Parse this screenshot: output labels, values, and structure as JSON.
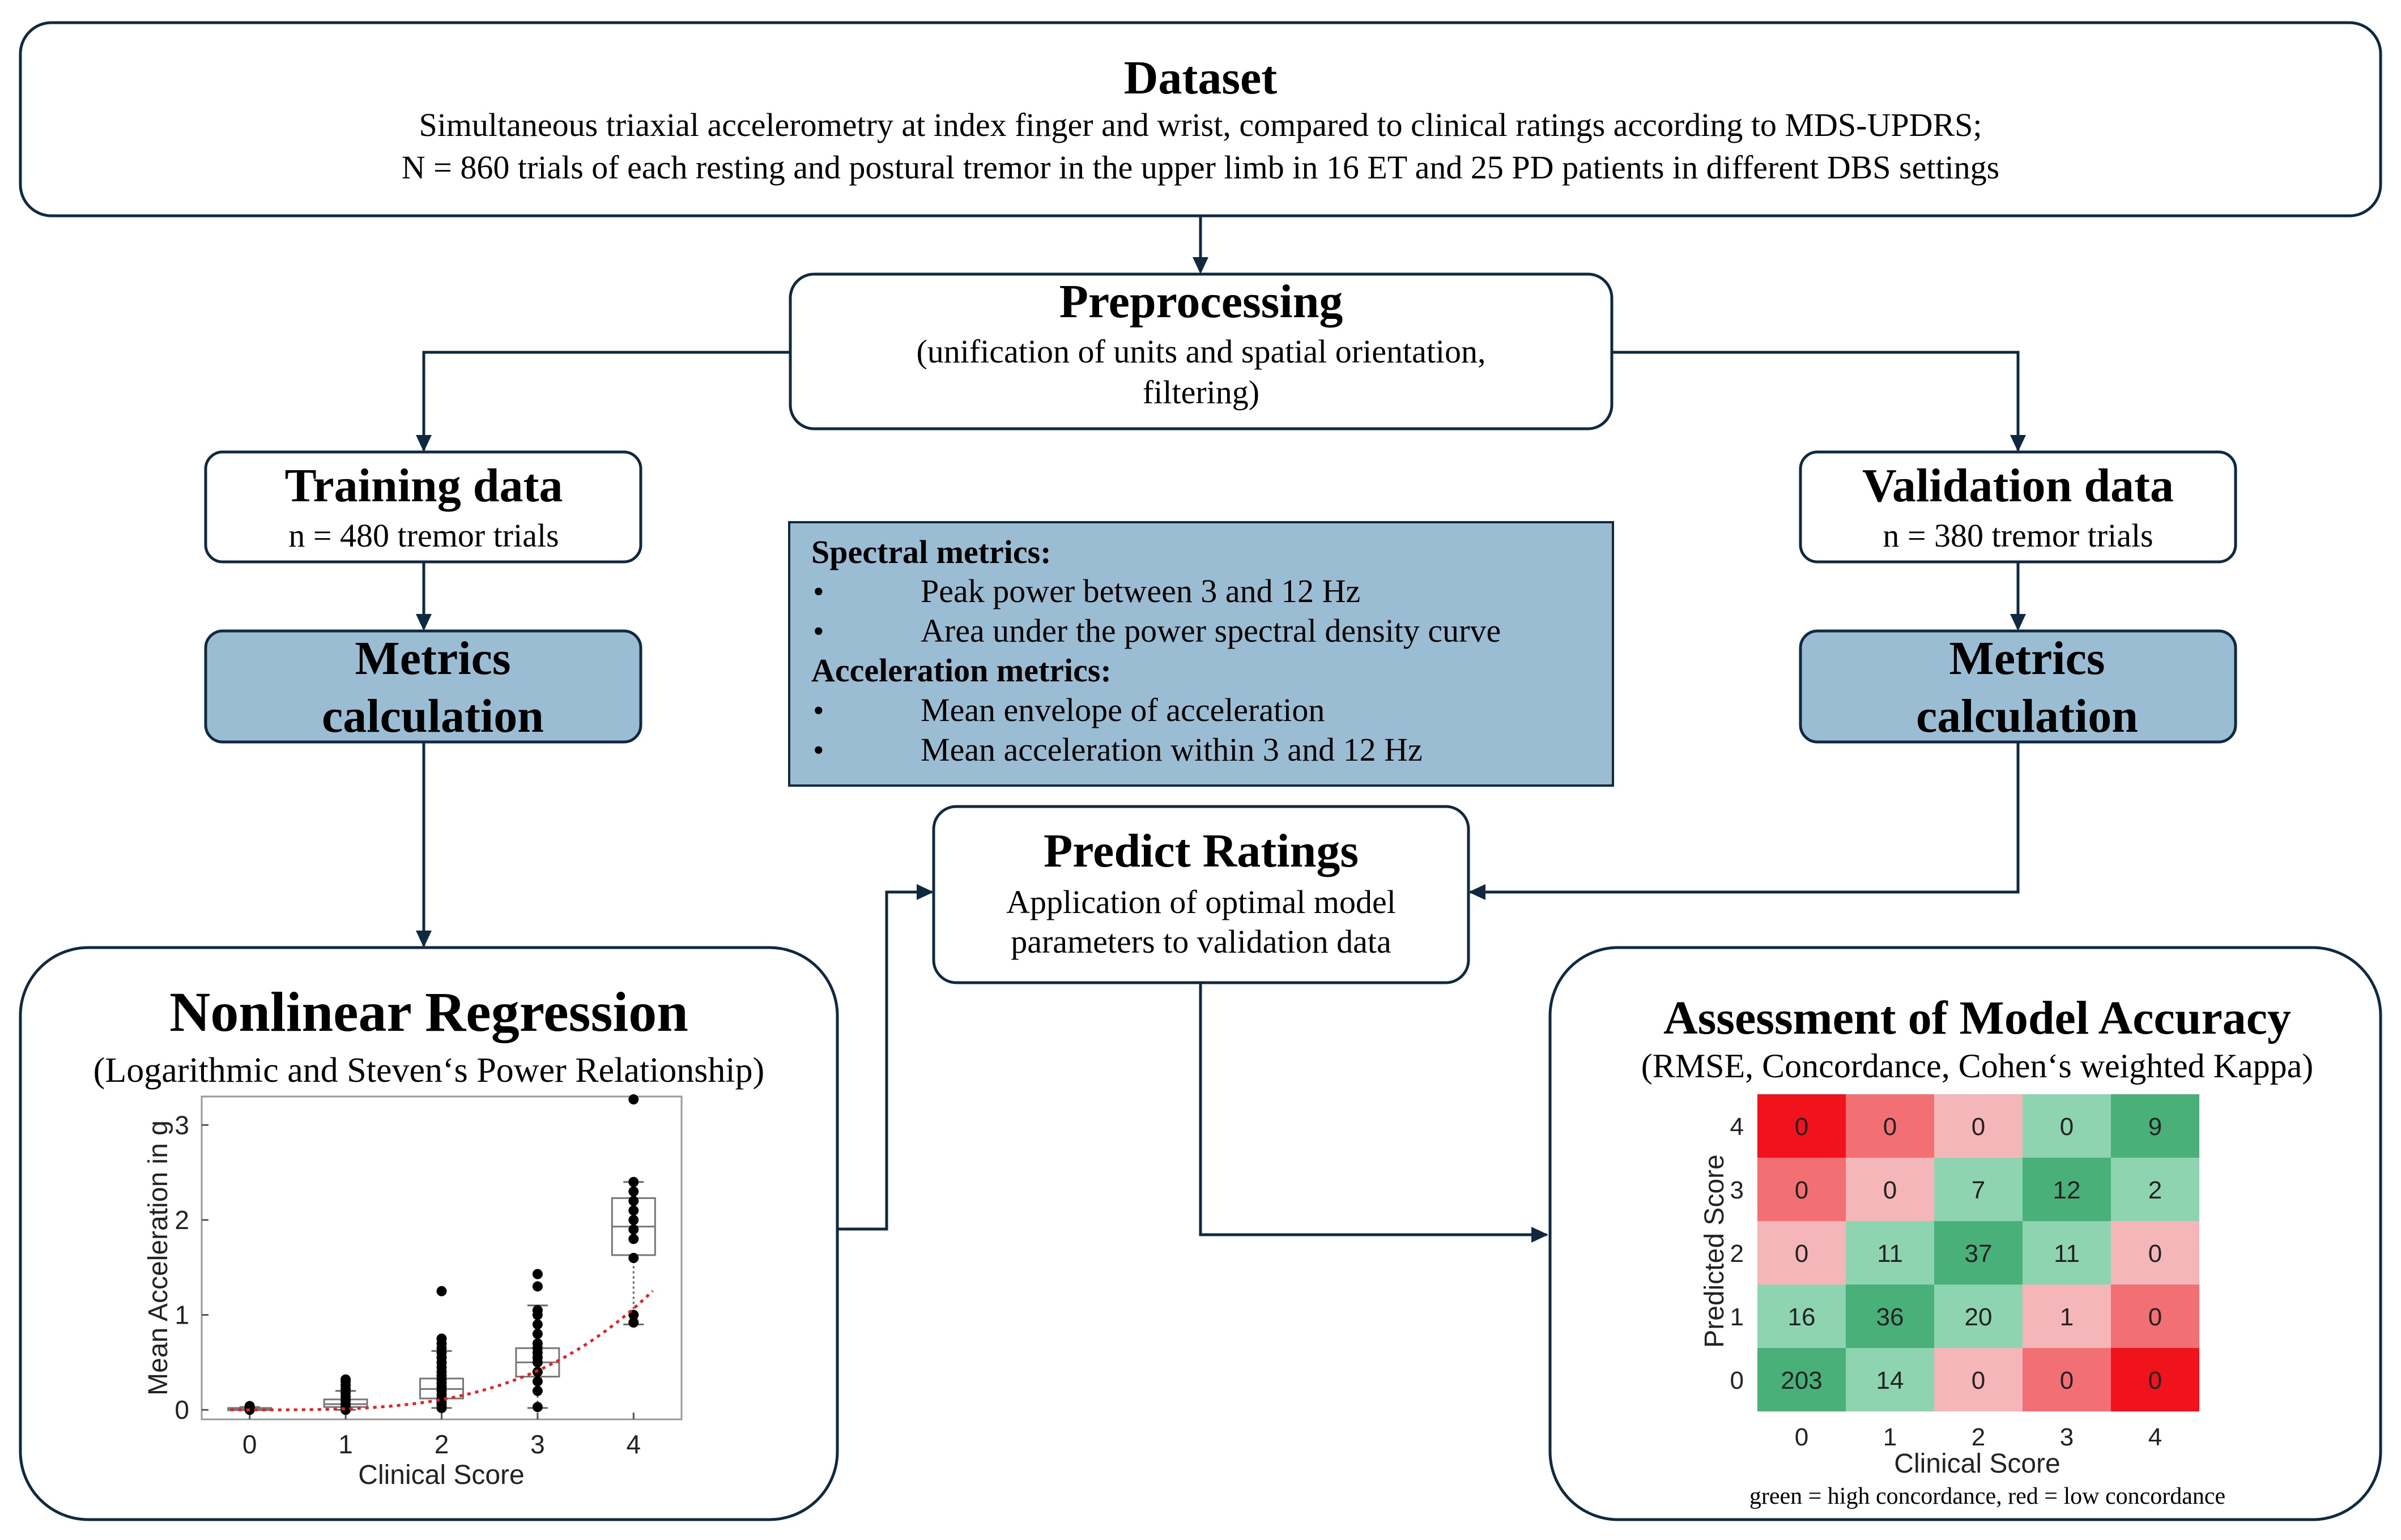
{
  "colors": {
    "border": "#0f2a40",
    "metrics_fill": "#9bbdd4",
    "green_dark": "#4ab07a",
    "green_mid": "#8fd4b0",
    "pink": "#f4b6b8",
    "red_mid": "#f27074",
    "red": "#f0131b",
    "fit_line": "#e82020"
  },
  "dataset": {
    "title": "Dataset",
    "line1": "Simultaneous triaxial accelerometry at index finger and wrist, compared to clinical ratings according to MDS-UPDRS;",
    "line2": "N = 860 trials of each resting and postural tremor in the upper limb in 16 ET and 25 PD patients in different DBS settings"
  },
  "preprocessing": {
    "title": "Preprocessing",
    "line1": "(unification of units and spatial orientation,",
    "line2": "filtering)"
  },
  "training": {
    "title": "Training data",
    "sub": "n = 480 tremor trials"
  },
  "validation": {
    "title": "Validation data",
    "sub": "n = 380 tremor trials"
  },
  "metrics_left": {
    "line1": "Metrics",
    "line2": "calculation"
  },
  "metrics_right": {
    "line1": "Metrics",
    "line2": "calculation"
  },
  "metrics_info": {
    "spectral_heading": "Spectral metrics:",
    "spectral_items": [
      "Peak power between 3 and 12 Hz",
      "Area under the power spectral density curve"
    ],
    "accel_heading": "Acceleration metrics:",
    "accel_items": [
      "Mean envelope of acceleration",
      "Mean acceleration within 3 and 12 Hz"
    ],
    "bullet": "•"
  },
  "predict": {
    "title": "Predict Ratings",
    "line1": "Application of optimal model",
    "line2": "parameters to validation data"
  },
  "regression": {
    "title": "Nonlinear Regression",
    "subtitle": "(Logarithmic and Steven‘s Power Relationship)"
  },
  "assessment": {
    "title": "Assessment of Model Accuracy",
    "subtitle": "(RMSE, Concordance, Cohen‘s weighted Kappa)",
    "caption": "green = high concordance,  red = low concordance"
  },
  "chart_data": [
    {
      "type": "scatter",
      "xlabel": "Clinical Score",
      "ylabel": "Mean Acceleration in g",
      "x_ticks": [
        "0",
        "1",
        "2",
        "3",
        "4"
      ],
      "y_ticks": [
        "0",
        "1",
        "2",
        "3"
      ],
      "xlim": [
        -0.5,
        4.5
      ],
      "ylim": [
        -0.1,
        3.3
      ],
      "boxes": [
        {
          "x": 0,
          "q1": 0.0,
          "median": 0.01,
          "q3": 0.02,
          "whisker_low": 0.0,
          "whisker_high": 0.03
        },
        {
          "x": 1,
          "q1": 0.03,
          "median": 0.06,
          "q3": 0.11,
          "whisker_low": 0.0,
          "whisker_high": 0.2
        },
        {
          "x": 2,
          "q1": 0.12,
          "median": 0.22,
          "q3": 0.33,
          "whisker_low": 0.02,
          "whisker_high": 0.62
        },
        {
          "x": 3,
          "q1": 0.35,
          "median": 0.5,
          "q3": 0.65,
          "whisker_low": 0.02,
          "whisker_high": 1.1
        },
        {
          "x": 4,
          "q1": 1.63,
          "median": 1.93,
          "q3": 2.23,
          "whisker_low": 0.9,
          "whisker_high": 2.4
        }
      ],
      "points": [
        {
          "x": 0,
          "y": [
            0.0,
            0.01,
            0.02,
            0.03,
            0.04
          ]
        },
        {
          "x": 1,
          "y": [
            0.0,
            0.03,
            0.06,
            0.1,
            0.14,
            0.18,
            0.22,
            0.26,
            0.3,
            0.32
          ]
        },
        {
          "x": 2,
          "y": [
            0.02,
            0.05,
            0.08,
            0.12,
            0.16,
            0.2,
            0.24,
            0.28,
            0.32,
            0.36,
            0.4,
            0.45,
            0.5,
            0.55,
            0.6,
            0.65,
            0.7,
            0.75,
            1.25
          ]
        },
        {
          "x": 3,
          "y": [
            0.03,
            0.2,
            0.3,
            0.4,
            0.5,
            0.55,
            0.6,
            0.65,
            0.7,
            0.8,
            0.9,
            1.0,
            1.05,
            1.3,
            1.43
          ]
        },
        {
          "x": 4,
          "y": [
            0.92,
            1.0,
            1.6,
            1.8,
            1.9,
            2.0,
            2.1,
            2.2,
            2.3,
            2.4,
            3.27
          ]
        }
      ],
      "fit": {
        "type": "power",
        "a": 0.011,
        "b": 3.3
      }
    },
    {
      "type": "heatmap",
      "xlabel": "Clinical Score",
      "ylabel": "Predicted Score",
      "x_ticks": [
        "0",
        "1",
        "2",
        "3",
        "4"
      ],
      "y_ticks": [
        "4",
        "3",
        "2",
        "1",
        "0"
      ],
      "rows": [
        {
          "predicted": "4",
          "values": [
            0,
            0,
            0,
            0,
            9
          ],
          "colors": [
            "red",
            "red_mid",
            "pink",
            "green_mid",
            "green_dark"
          ]
        },
        {
          "predicted": "3",
          "values": [
            0,
            0,
            7,
            12,
            2
          ],
          "colors": [
            "red_mid",
            "pink",
            "green_mid",
            "green_dark",
            "green_mid"
          ]
        },
        {
          "predicted": "2",
          "values": [
            0,
            11,
            37,
            11,
            0
          ],
          "colors": [
            "pink",
            "green_mid",
            "green_dark",
            "green_mid",
            "pink"
          ]
        },
        {
          "predicted": "1",
          "values": [
            16,
            36,
            20,
            1,
            0
          ],
          "colors": [
            "green_mid",
            "green_dark",
            "green_mid",
            "pink",
            "red_mid"
          ]
        },
        {
          "predicted": "0",
          "values": [
            203,
            14,
            0,
            0,
            0
          ],
          "colors": [
            "green_dark",
            "green_mid",
            "pink",
            "red_mid",
            "red"
          ]
        }
      ]
    }
  ]
}
